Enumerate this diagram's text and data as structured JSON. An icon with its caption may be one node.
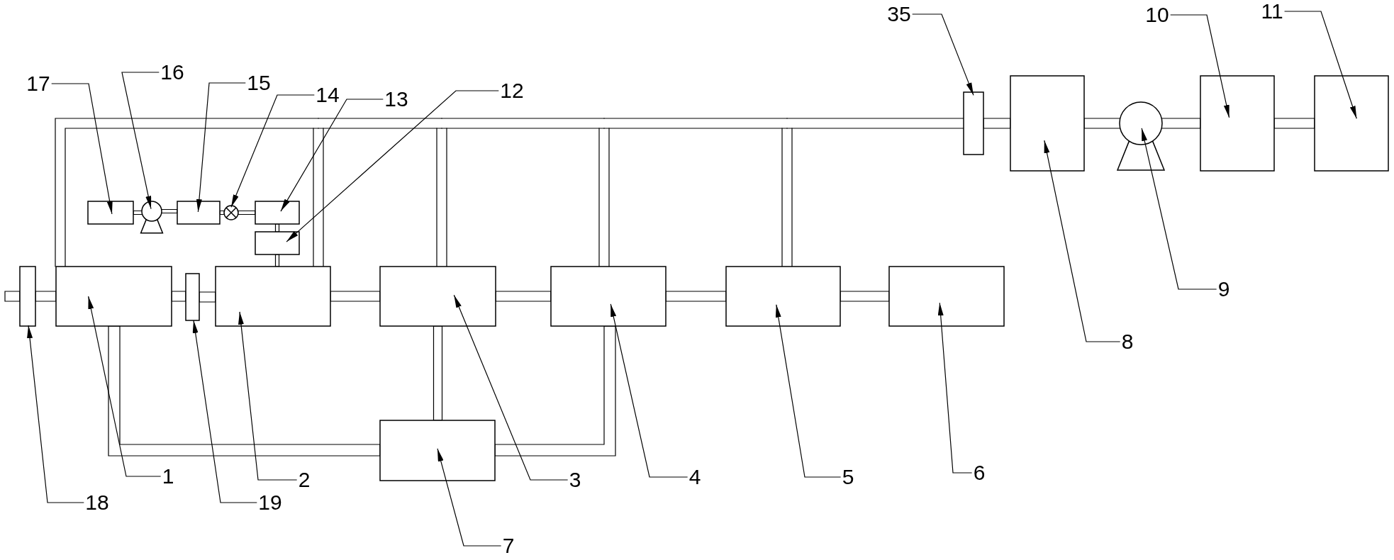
{
  "diagram": {
    "nodes": [
      {
        "text": [],
        "shape": "box"
      },
      {
        "text": [],
        "shape": "pump"
      },
      {
        "text": [],
        "shape": "box"
      },
      {
        "text": [],
        "shape": "valve"
      },
      {
        "text": [],
        "shape": "box"
      },
      {
        "text": [],
        "shape": "box"
      },
      {
        "text": [],
        "shape": "bar"
      },
      {
        "text": [],
        "shape": "box"
      },
      {
        "text": [],
        "shape": "pump"
      },
      {
        "text": [],
        "shape": "box"
      },
      {
        "text": [],
        "shape": "box"
      },
      {
        "text": [],
        "shape": "bar"
      },
      {
        "text": [],
        "shape": "box"
      },
      {
        "text": [],
        "shape": "bar"
      },
      {
        "text": [],
        "shape": "box"
      },
      {
        "text": [],
        "shape": "box"
      },
      {
        "text": [],
        "shape": "box"
      },
      {
        "text": [],
        "shape": "box"
      },
      {
        "text": [],
        "shape": "box"
      },
      {
        "text": [],
        "shape": "box"
      },
      {
        "text": [
          "17"
        ]
      },
      {
        "text": [
          "16"
        ]
      },
      {
        "text": [
          "15"
        ]
      },
      {
        "text": [
          "14"
        ]
      },
      {
        "text": [
          "13"
        ]
      },
      {
        "text": [
          "12"
        ]
      },
      {
        "text": [
          "35"
        ]
      },
      {
        "text": [
          "10"
        ]
      },
      {
        "text": [
          "11"
        ]
      },
      {
        "text": [
          "9"
        ]
      },
      {
        "text": [
          "8"
        ]
      },
      {
        "text": [
          "18"
        ]
      },
      {
        "text": [
          "1"
        ]
      },
      {
        "text": [
          "19"
        ]
      },
      {
        "text": [
          "2"
        ]
      },
      {
        "text": [
          "3"
        ]
      },
      {
        "text": [
          "4"
        ]
      },
      {
        "text": [
          "5"
        ]
      },
      {
        "text": [
          "6"
        ]
      },
      {
        "text": [
          "7"
        ]
      }
    ],
    "edges": [
      {
        "from": null,
        "to": 11,
        "arrow": "none"
      },
      {
        "from": 11,
        "to": 12,
        "arrow": "none"
      },
      {
        "from": 12,
        "to": 13,
        "arrow": "none"
      },
      {
        "from": 13,
        "to": 14,
        "arrow": "none"
      },
      {
        "from": 14,
        "to": 15,
        "arrow": "none"
      },
      {
        "from": 15,
        "to": 16,
        "arrow": "none"
      },
      {
        "from": 16,
        "to": 17,
        "arrow": "none"
      },
      {
        "from": 17,
        "to": 18,
        "arrow": "none"
      },
      {
        "from": 12,
        "to": 6,
        "arrow": "none"
      },
      {
        "from": 14,
        "to": 6,
        "arrow": "none"
      },
      {
        "from": 15,
        "to": 6,
        "arrow": "none"
      },
      {
        "from": 16,
        "to": 6,
        "arrow": "none"
      },
      {
        "from": 17,
        "to": 6,
        "arrow": "none"
      },
      {
        "from": 6,
        "to": 7,
        "arrow": "none"
      },
      {
        "from": 7,
        "to": 8,
        "arrow": "none"
      },
      {
        "from": 8,
        "to": 9,
        "arrow": "none"
      },
      {
        "from": 9,
        "to": 10,
        "arrow": "none"
      },
      {
        "from": 0,
        "to": 1,
        "arrow": "none"
      },
      {
        "from": 1,
        "to": 2,
        "arrow": "none"
      },
      {
        "from": 2,
        "to": 3,
        "arrow": "none"
      },
      {
        "from": 3,
        "to": 4,
        "arrow": "none"
      },
      {
        "from": 4,
        "to": 5,
        "arrow": "none"
      },
      {
        "from": 5,
        "to": 14,
        "arrow": "none"
      },
      {
        "from": 12,
        "to": 19,
        "arrow": "none"
      },
      {
        "from": 15,
        "to": 19,
        "arrow": "none"
      },
      {
        "from": 19,
        "to": 16,
        "arrow": "none"
      },
      {
        "from": 20,
        "to": 0,
        "arrow": "to"
      },
      {
        "from": 21,
        "to": 1,
        "arrow": "to"
      },
      {
        "from": 22,
        "to": 2,
        "arrow": "to"
      },
      {
        "from": 23,
        "to": 3,
        "arrow": "to"
      },
      {
        "from": 24,
        "to": 4,
        "arrow": "to"
      },
      {
        "from": 25,
        "to": 5,
        "arrow": "to"
      },
      {
        "from": 26,
        "to": 6,
        "arrow": "to"
      },
      {
        "from": 27,
        "to": 9,
        "arrow": "to"
      },
      {
        "from": 28,
        "to": 10,
        "arrow": "to"
      },
      {
        "from": 29,
        "to": 8,
        "arrow": "to"
      },
      {
        "from": 30,
        "to": 7,
        "arrow": "to"
      },
      {
        "from": 31,
        "to": 11,
        "arrow": "to"
      },
      {
        "from": 32,
        "to": 12,
        "arrow": "to"
      },
      {
        "from": 33,
        "to": 13,
        "arrow": "to"
      },
      {
        "from": 34,
        "to": 14,
        "arrow": "to"
      },
      {
        "from": 35,
        "to": 15,
        "arrow": "to"
      },
      {
        "from": 36,
        "to": 16,
        "arrow": "to"
      },
      {
        "from": 37,
        "to": 17,
        "arrow": "to"
      },
      {
        "from": 38,
        "to": 18,
        "arrow": "to"
      },
      {
        "from": 39,
        "to": 19,
        "arrow": "to"
      }
    ]
  }
}
